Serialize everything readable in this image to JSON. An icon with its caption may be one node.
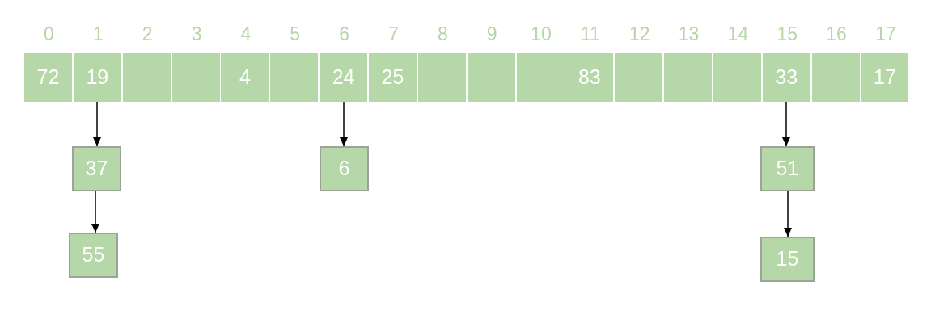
{
  "diagram": {
    "nodes": [
      {
        "text": [
          "72"
        ]
      },
      {
        "text": [
          "19"
        ]
      },
      {
        "text": [],
        "shape": "box"
      },
      {
        "text": [],
        "shape": "box"
      },
      {
        "text": [
          "4"
        ]
      },
      {
        "text": [],
        "shape": "box"
      },
      {
        "text": [
          "24"
        ]
      },
      {
        "text": [
          "25"
        ]
      },
      {
        "text": [],
        "shape": "box"
      },
      {
        "text": [],
        "shape": "box"
      },
      {
        "text": [],
        "shape": "box"
      },
      {
        "text": [
          "83"
        ]
      },
      {
        "text": [],
        "shape": "box"
      },
      {
        "text": [],
        "shape": "box"
      },
      {
        "text": [],
        "shape": "box"
      },
      {
        "text": [
          "33"
        ]
      },
      {
        "text": [],
        "shape": "box"
      },
      {
        "text": [
          "17"
        ]
      },
      {
        "text": [
          "37"
        ]
      },
      {
        "text": [
          "55"
        ]
      },
      {
        "text": [
          "6"
        ]
      },
      {
        "text": [
          "51"
        ]
      },
      {
        "text": [
          "15"
        ]
      }
    ],
    "edges": [
      {
        "from": 1,
        "to": 18,
        "arrow": "to"
      },
      {
        "from": 18,
        "to": 19,
        "arrow": "to"
      },
      {
        "from": 6,
        "to": 20,
        "arrow": "to"
      },
      {
        "from": 15,
        "to": 21,
        "arrow": "to"
      },
      {
        "from": 21,
        "to": 22,
        "arrow": "to"
      }
    ],
    "labels": [
      "0",
      "1",
      "2",
      "3",
      "4",
      "5",
      "6",
      "7",
      "8",
      "9",
      "10",
      "11",
      "12",
      "13",
      "14",
      "15",
      "16",
      "17"
    ]
  }
}
